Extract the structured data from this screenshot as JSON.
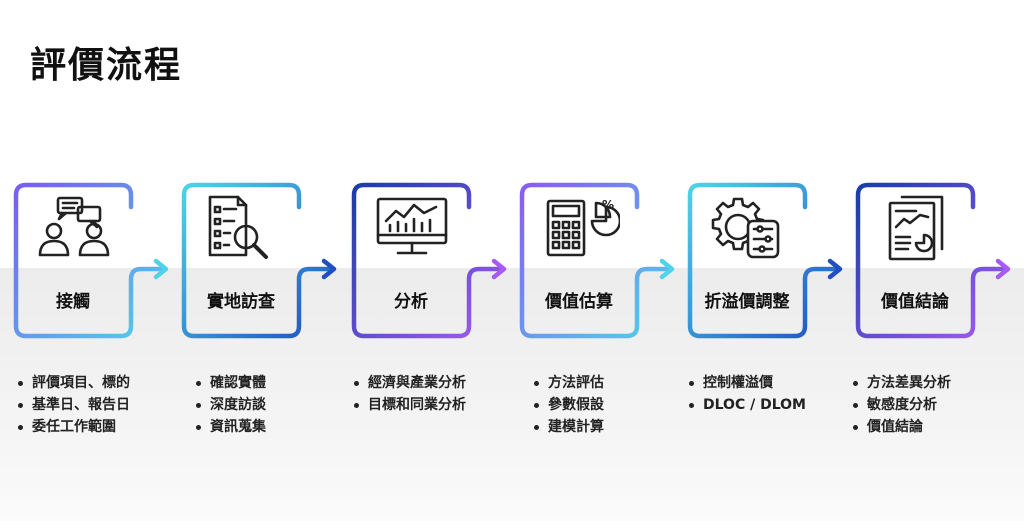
{
  "title": "評價流程",
  "steps": [
    {
      "label": "接觸",
      "icon": "people-chat-icon",
      "bullets": [
        "評價項目、標的",
        "基準日、報告日",
        "委任工作範圍"
      ],
      "colors": [
        "#7b5cf0",
        "#4fd3e8"
      ]
    },
    {
      "label": "實地訪查",
      "icon": "checklist-magnifier-icon",
      "bullets": [
        "確認實體",
        "深度訪談",
        "資訊蒐集"
      ],
      "colors": [
        "#4fd3e8",
        "#1f4fc0"
      ]
    },
    {
      "label": "分析",
      "icon": "monitor-chart-icon",
      "bullets": [
        "經濟與產業分析",
        "目標和同業分析"
      ],
      "colors": [
        "#1a3da8",
        "#a65cf0"
      ]
    },
    {
      "label": "價值估算",
      "icon": "calculator-pie-icon",
      "bullets": [
        "方法評估",
        "參數假設",
        "建模計算"
      ],
      "colors": [
        "#8a5cf0",
        "#4fd3e8"
      ]
    },
    {
      "label": "折溢價調整",
      "icon": "gear-sliders-icon",
      "bullets": [
        "控制權溢價",
        "DLOC / DLOM"
      ],
      "colors": [
        "#4fd3e8",
        "#1f4fc0"
      ]
    },
    {
      "label": "價值結論",
      "icon": "report-chart-icon",
      "bullets": [
        "方法差異分析",
        "敏感度分析",
        "價值結論"
      ],
      "colors": [
        "#1a3da8",
        "#a65cf0"
      ]
    }
  ]
}
